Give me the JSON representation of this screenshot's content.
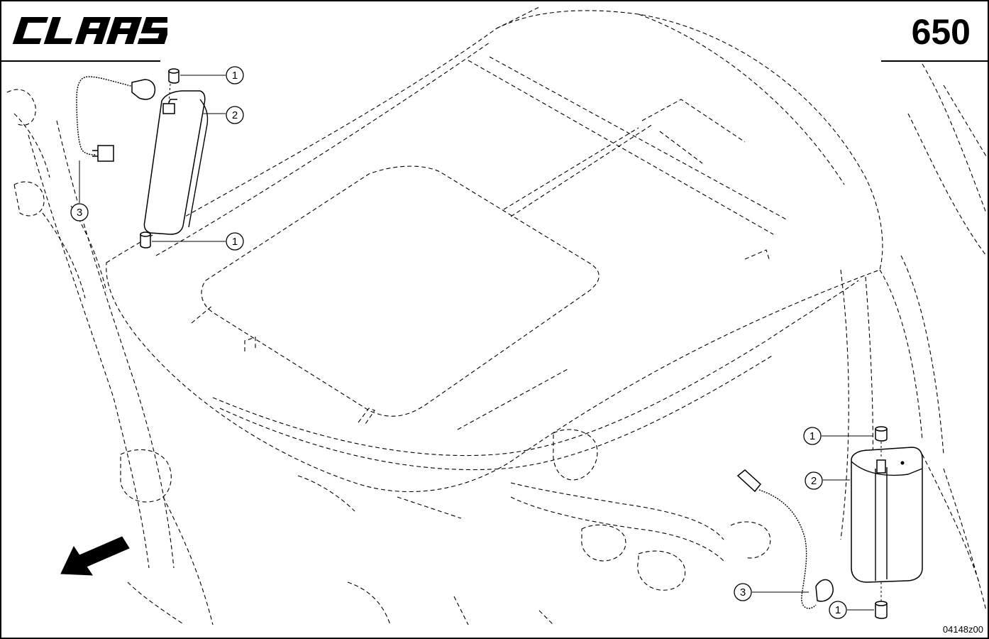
{
  "header": {
    "brand_logo_text": "CLAAS",
    "page_number": "650"
  },
  "footer": {
    "drawing_code": "04148z00"
  },
  "callouts": {
    "upper_left": [
      "1",
      "2",
      "1",
      "3"
    ],
    "lower_right": [
      "1",
      "2",
      "3",
      "1"
    ]
  },
  "icons": {
    "direction": "arrow-down-left-icon"
  },
  "colors": {
    "line": "#000000",
    "background": "#ffffff"
  }
}
